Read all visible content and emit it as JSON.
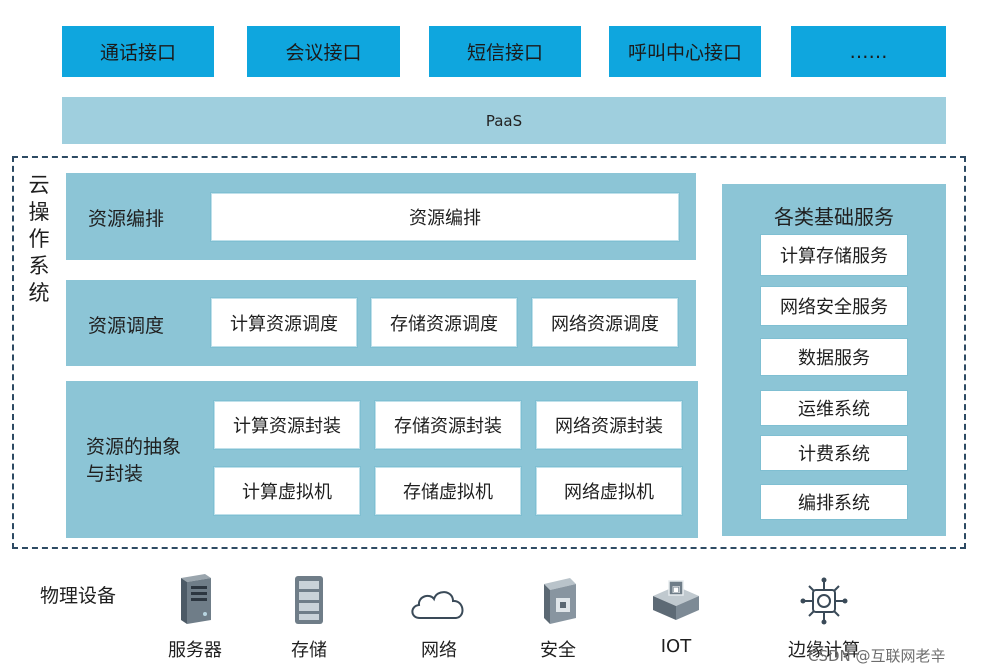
{
  "apis": [
    "通话接口",
    "会议接口",
    "短信接口",
    "呼叫中心接口",
    "……"
  ],
  "paas": "PaaS",
  "cloud_os": {
    "title": "云操作系统",
    "orchestration": {
      "label": "资源编排",
      "items": [
        "资源编排"
      ]
    },
    "scheduling": {
      "label": "资源调度",
      "items": [
        "计算资源调度",
        "存储资源调度",
        "网络资源调度"
      ]
    },
    "abstraction": {
      "label_line1": "资源的抽象",
      "label_line2": "与封装",
      "row1": [
        "计算资源封装",
        "存储资源封装",
        "网络资源封装"
      ],
      "row2": [
        "计算虚拟机",
        "存储虚拟机",
        "网络虚拟机"
      ]
    },
    "services": {
      "title": "各类基础服务",
      "items": [
        "计算存储服务",
        "网络安全服务",
        "数据服务",
        "运维系统",
        "计费系统",
        "编排系统"
      ]
    }
  },
  "physical": {
    "title": "物理设备",
    "devices": [
      {
        "label": "服务器",
        "icon": "server-icon"
      },
      {
        "label": "存储",
        "icon": "storage-icon"
      },
      {
        "label": "网络",
        "icon": "cloud-icon"
      },
      {
        "label": "安全",
        "icon": "security-icon"
      },
      {
        "label": "IOT",
        "icon": "iot-icon"
      },
      {
        "label": "边缘计算",
        "icon": "edge-computing-icon"
      }
    ]
  },
  "watermark": "CSDN @互联网老辛",
  "colors": {
    "api_blue": "#0fa6de",
    "paas": "#9fcfde",
    "layer": "#8cc5d6",
    "border": "#2d4a63"
  }
}
